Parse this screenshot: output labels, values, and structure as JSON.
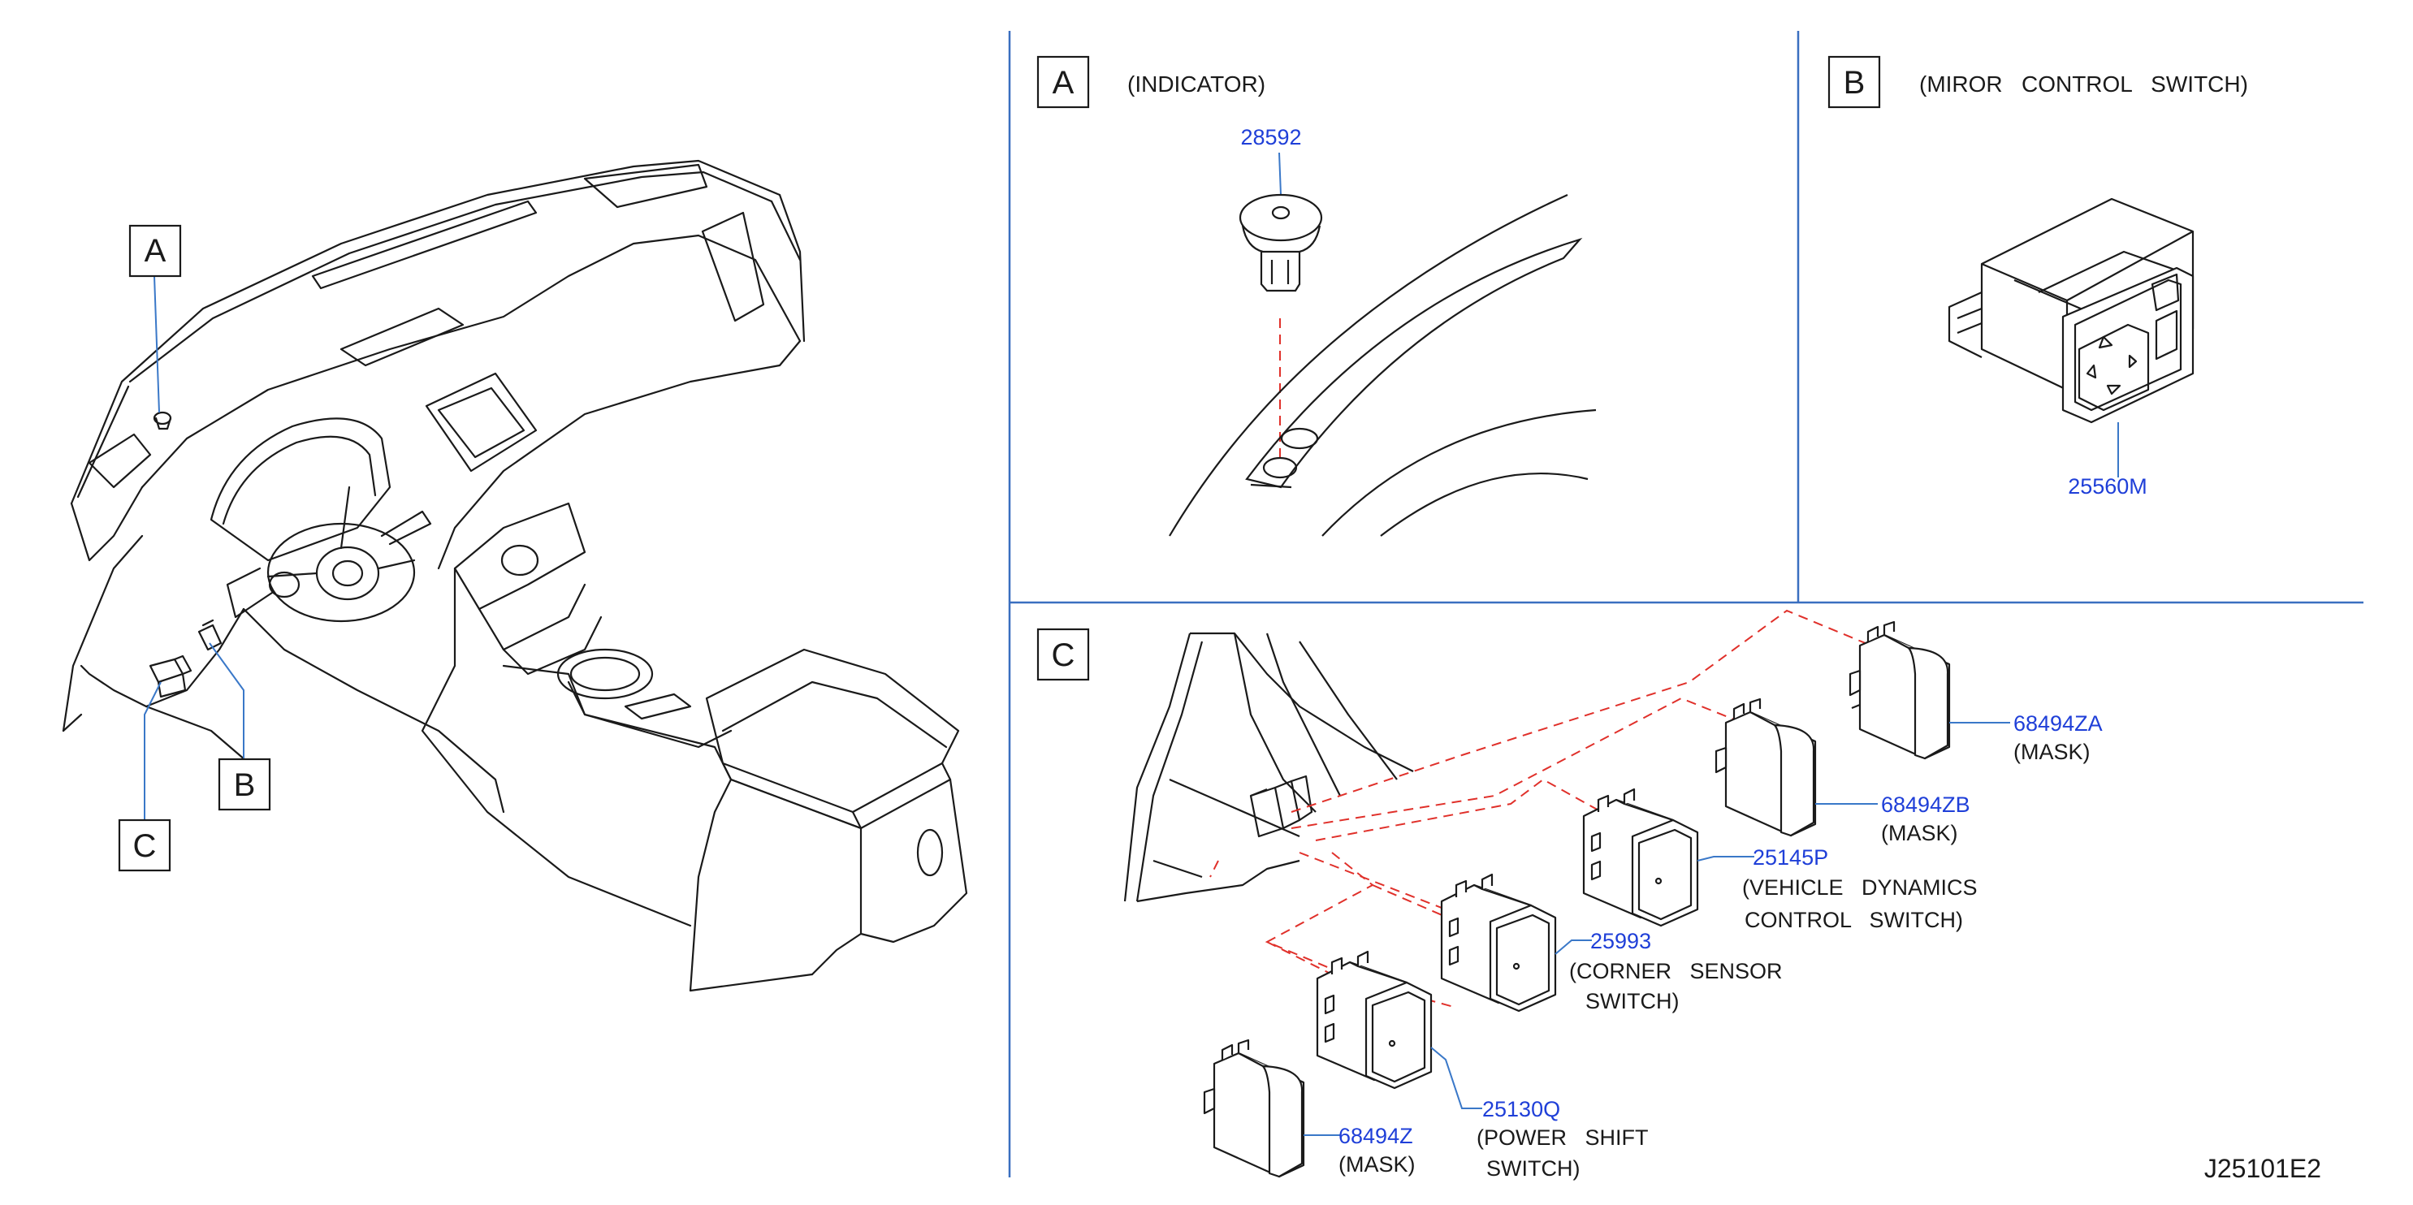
{
  "overview": {
    "callouts": [
      {
        "letter": "A"
      },
      {
        "letter": "B"
      },
      {
        "letter": "C"
      }
    ]
  },
  "panel_a": {
    "letter": "A",
    "title": "(INDICATOR)",
    "parts": [
      {
        "number": "28592",
        "desc": []
      }
    ]
  },
  "panel_b": {
    "letter": "B",
    "title": "(MIROR   CONTROL   SWITCH)",
    "parts": [
      {
        "number": "25560M",
        "desc": []
      }
    ]
  },
  "panel_c": {
    "letter": "C",
    "parts": [
      {
        "number": "68494ZA",
        "desc": [
          "(MASK)"
        ]
      },
      {
        "number": "68494ZB",
        "desc": [
          "(MASK)"
        ]
      },
      {
        "number": "25145P",
        "desc": [
          "(VEHICLE   DYNAMICS",
          "CONTROL   SWITCH)"
        ]
      },
      {
        "number": "25993",
        "desc": [
          "(CORNER   SENSOR",
          "SWITCH)"
        ]
      },
      {
        "number": "25130Q",
        "desc": [
          "(POWER   SHIFT",
          "SWITCH)"
        ]
      },
      {
        "number": "68494Z",
        "desc": [
          "(MASK)"
        ]
      }
    ]
  },
  "drawing_code": "J25101E2",
  "colors": {
    "line": "#1a1a1a",
    "part_number": "#1f3fd8",
    "leader": "#3a78c8",
    "dashed": "#e0302a",
    "divider": "#3a6fc0"
  }
}
